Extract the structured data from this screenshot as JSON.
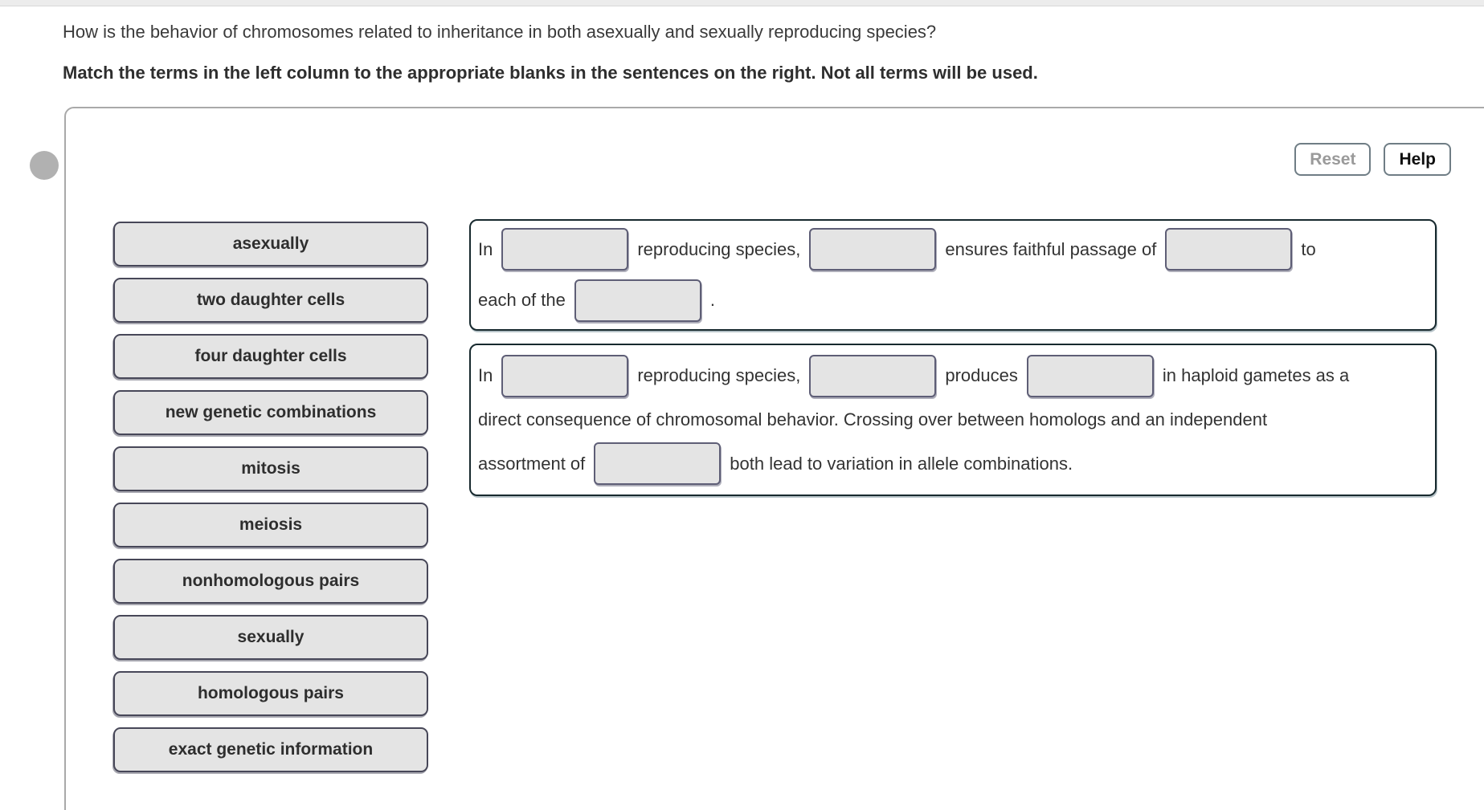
{
  "question": "How is the behavior of chromosomes related to inheritance in both asexually and sexually reproducing species?",
  "instruction": "Match the terms in the left column to the appropriate blanks in the sentences on the right. Not all terms will be used.",
  "toolbar": {
    "reset_label": "Reset",
    "help_label": "Help"
  },
  "terms": [
    "asexually",
    "two daughter cells",
    "four daughter cells",
    "new genetic combinations",
    "mitosis",
    "meiosis",
    "nonhomologous pairs",
    "sexually",
    "homologous pairs",
    "exact genetic information"
  ],
  "sentence1": {
    "row1": {
      "t1": "In",
      "t2": "reproducing species,",
      "t3": "ensures faithful passage of",
      "t4": "to"
    },
    "row2": {
      "t1": "each of the",
      "t2": "."
    }
  },
  "sentence2": {
    "row1": {
      "t1": "In",
      "t2": "reproducing species,",
      "t3": "produces",
      "t4": "in haploid gametes as a"
    },
    "row2": {
      "t1": "direct consequence of chromosomal behavior. Crossing over between homologs and an independent"
    },
    "row3": {
      "t1": "assortment of",
      "t2": "both lead to variation in allele combinations."
    }
  },
  "colors": {
    "chip_fill": "#e4e4e4",
    "chip_border": "#474758",
    "blank_fill": "#e4e4e4",
    "blank_border": "#5e5e76",
    "sentence_box_border": "#17292e",
    "panel_border": "#a9a9a9",
    "reset_text": "#9a9a9a",
    "help_text": "#0f0f0f"
  }
}
